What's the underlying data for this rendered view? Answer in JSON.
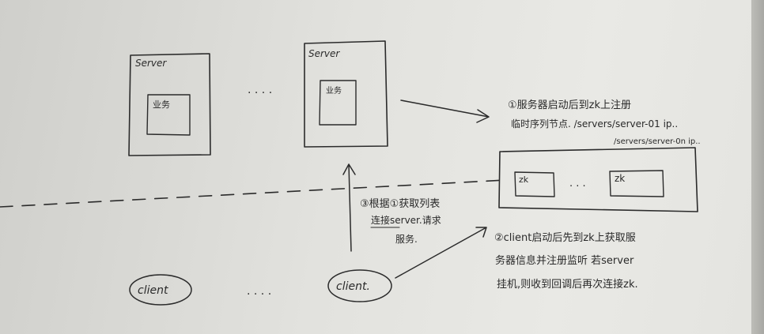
{
  "servers": [
    {
      "label": "Server",
      "inner_label": "业务"
    },
    {
      "label": "Server",
      "inner_label": "业务"
    }
  ],
  "server_ellipsis": "· · · ·",
  "zk_nodes": [
    {
      "label": "zk"
    },
    {
      "label": "zk"
    }
  ],
  "zk_ellipsis": "· · ·",
  "clients": [
    {
      "label": "client"
    },
    {
      "label": "client."
    }
  ],
  "client_ellipsis": "· · · ·",
  "notes": {
    "note1": {
      "line1": "①服务器启动后到zk上注册",
      "line2": "临时序列节点. /servers/server-01 ip..",
      "line3": "/servers/server-0n ip.."
    },
    "note2": {
      "line1": "③根据①获取列表",
      "line2": "连接server.请求",
      "line3": "服务."
    },
    "note3": {
      "line1": "②client启动后先到zk上获取服",
      "line2": "务器信息并注册监听 若server",
      "line3": "挂机,则收到回调后再次连接zk."
    }
  }
}
